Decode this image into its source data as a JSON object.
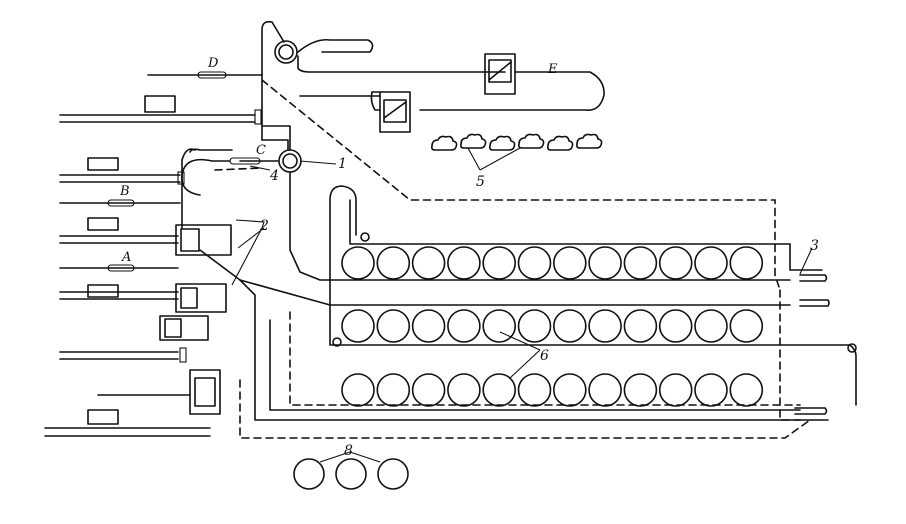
{
  "labels": {
    "D": "D",
    "E": "E",
    "C": "C",
    "B": "B",
    "A": "A",
    "four": "4",
    "one": "1",
    "two": "2",
    "three": "3",
    "five": "5",
    "six": "6",
    "eight": "8"
  },
  "tanks": {
    "rows": [
      {
        "name": "upper",
        "count": 12
      },
      {
        "name": "middle",
        "count": 12
      },
      {
        "name": "lower",
        "count": 12
      }
    ],
    "bottom_group": 3
  },
  "clouds": 6
}
